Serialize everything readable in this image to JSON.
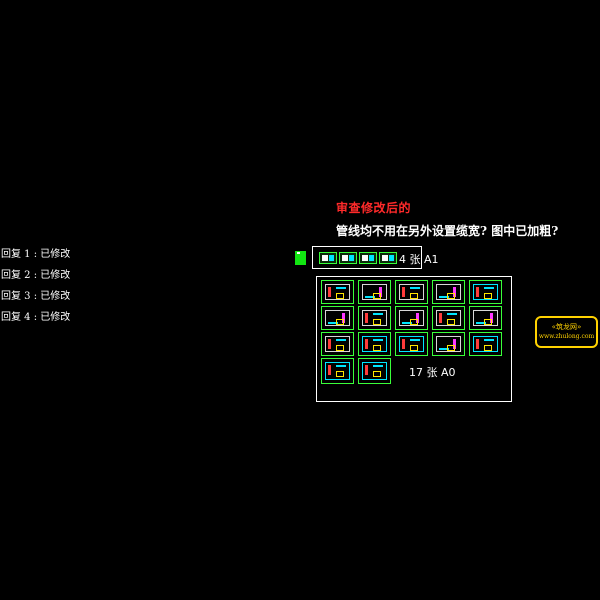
{
  "review": {
    "red_title": "审查修改后的",
    "question": "管线均不用在另外设置缆宽? 图中已加粗?"
  },
  "notes": [
    "回复 1 : 已修改",
    "回复 2 : 已修改",
    "回复 3 : 已修改",
    "回复 4 : 已修改"
  ],
  "a1_group": {
    "label": "4 张 A1",
    "sheet_count": 4
  },
  "a0_group": {
    "label": "17 张 A0",
    "sheet_count": 17
  },
  "watermark": {
    "line1": "«筑龙网»",
    "line2": "www.zhulong.com"
  },
  "colors": {
    "background": "#000000",
    "title_red": "#ff2a2a",
    "frame_green": "#39ff39",
    "frame_white": "#ffffff",
    "stamp_yellow": "#ffd200"
  }
}
